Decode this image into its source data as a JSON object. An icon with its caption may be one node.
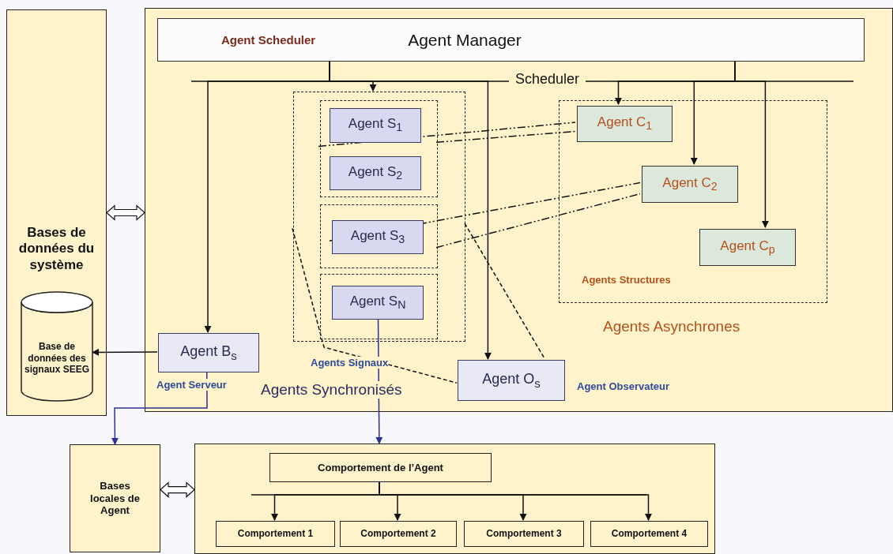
{
  "diagram": {
    "nodes": [
      {
        "text": [
          "Bases de données du système"
        ]
      },
      {
        "text": [
          "Base de données des signaux SEEG"
        ],
        "in": 0
      },
      {
        "text": [],
        "shape": "box"
      },
      {
        "text": [
          "Agent Scheduler",
          "Agent Manager"
        ],
        "in": 2
      },
      {
        "text": [],
        "shape": "box",
        "in": 2
      },
      {
        "text": [],
        "shape": "box",
        "in": 4
      },
      {
        "text": [],
        "shape": "box",
        "in": 4
      },
      {
        "text": [],
        "shape": "box",
        "in": 4
      },
      {
        "text": [
          "Agent S$_{1}$"
        ],
        "in": 5
      },
      {
        "text": [
          "Agent S$_{2}$"
        ],
        "in": 5
      },
      {
        "text": [
          "Agent S$_{3}$"
        ],
        "in": 6
      },
      {
        "text": [
          "Agent S$_{N}$"
        ],
        "in": 7
      },
      {
        "text": [
          "Agent B$_{s}$"
        ],
        "in": 2,
        "beside": [
          "Agent Serveur"
        ]
      },
      {
        "text": [
          "Agent O$_{s}$"
        ],
        "in": 2,
        "beside": [
          "Agent Observateur"
        ]
      },
      {
        "text": [
          "Agents Structures"
        ],
        "in": 2
      },
      {
        "text": [
          "Agent C$_{1}$"
        ],
        "in": 14
      },
      {
        "text": [
          "Agent C$_{2}$"
        ],
        "in": 14
      },
      {
        "text": [
          "Agent C$_{p}$"
        ],
        "in": 14
      },
      {
        "text": [
          "Bases locales de Agent"
        ]
      },
      {
        "text": [],
        "shape": "box"
      },
      {
        "text": [
          "Comportement de l’Agent"
        ],
        "in": 19
      },
      {
        "text": [
          "Comportement 1"
        ],
        "in": 19
      },
      {
        "text": [
          "Comportement 2"
        ],
        "in": 19
      },
      {
        "text": [
          "Comportement 3"
        ],
        "in": 19
      },
      {
        "text": [
          "Comportement 4"
        ],
        "in": 19
      }
    ],
    "edges": [
      {
        "from": 0,
        "to": 2,
        "arrow": "both",
        "style": "thick"
      },
      {
        "from": 3,
        "to": 12,
        "arrow": "to"
      },
      {
        "from": 3,
        "to": 4,
        "arrow": "to"
      },
      {
        "from": 3,
        "to": 13,
        "arrow": "to"
      },
      {
        "from": 3,
        "to": 15,
        "arrow": "to"
      },
      {
        "from": 3,
        "to": 16,
        "arrow": "to"
      },
      {
        "from": 3,
        "to": 17,
        "arrow": "to"
      },
      {
        "from": 8,
        "to": 15,
        "arrow": "none",
        "style": "dashed"
      },
      {
        "from": 5,
        "to": 15,
        "arrow": "none",
        "style": "dashed"
      },
      {
        "from": 10,
        "to": 16,
        "arrow": "none",
        "style": "dashed"
      },
      {
        "from": 6,
        "to": 16,
        "arrow": "none",
        "style": "dashed"
      },
      {
        "from": 4,
        "to": 13,
        "arrow": "none",
        "style": "dashed"
      },
      {
        "from": 4,
        "to": 13,
        "arrow": "none",
        "style": "dashed"
      },
      {
        "from": 12,
        "to": 1,
        "arrow": "to"
      },
      {
        "from": 12,
        "to": 18,
        "arrow": "to",
        "color": "#2e3192"
      },
      {
        "from": 11,
        "to": 19,
        "arrow": "to",
        "color": "#2e3192"
      },
      {
        "from": 18,
        "to": 19,
        "arrow": "both",
        "style": "thick"
      },
      {
        "from": 20,
        "to": 21,
        "arrow": "to"
      },
      {
        "from": 20,
        "to": 22,
        "arrow": "to"
      },
      {
        "from": 20,
        "to": 23,
        "arrow": "to"
      },
      {
        "from": 20,
        "to": 24,
        "arrow": "to"
      }
    ],
    "labels": [
      "Scheduler",
      "Agents Signaux",
      "Agents Synchronisés",
      "Agents Asynchrones"
    ]
  }
}
